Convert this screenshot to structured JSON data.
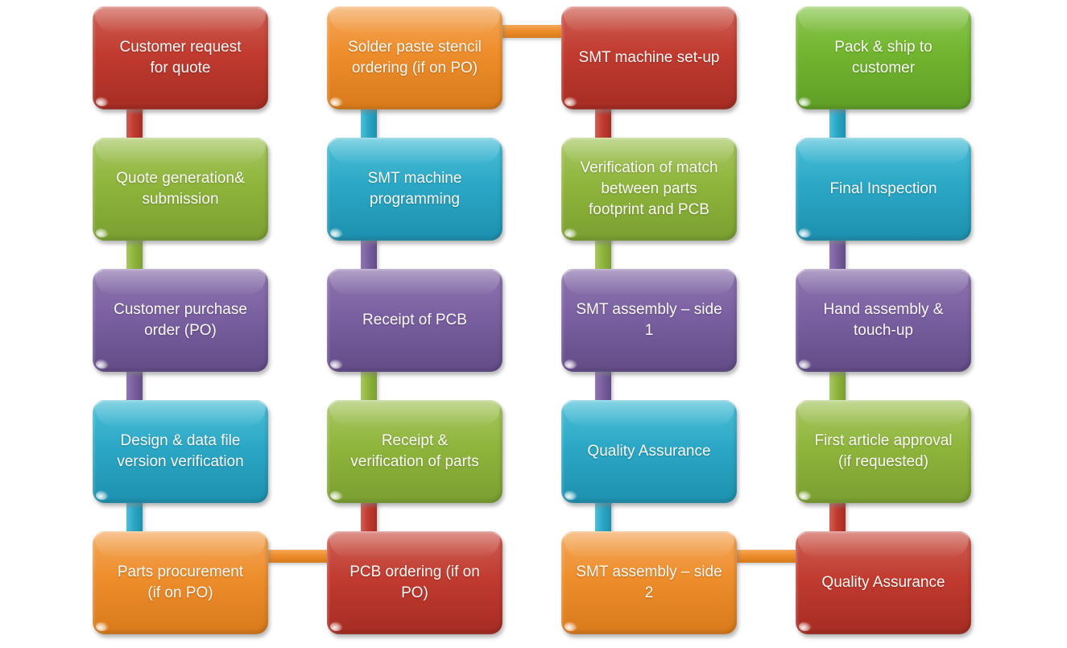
{
  "diagram": {
    "type": "process-flowchart",
    "background": "#FFFFFF",
    "description": "Serpentine SMT/PCB assembly process flow: column 1 flows down, column 2 flows up, column 3 flows down, column 4 flows up; orange elbow links join the columns.",
    "columns": [
      {
        "direction": "down",
        "nodes": [
          {
            "label": "Customer request\nfor quote",
            "color": "red"
          },
          {
            "label": "Quote generation&\nsubmission",
            "color": "green"
          },
          {
            "label": "Customer purchase\norder (PO)",
            "color": "purple"
          },
          {
            "label": "Design & data file\nversion verification",
            "color": "teal"
          },
          {
            "label": "Parts procurement\n(if on PO)",
            "color": "orange"
          }
        ]
      },
      {
        "direction": "up",
        "nodes": [
          {
            "label": "Solder paste stencil\nordering (if on PO)",
            "color": "orange"
          },
          {
            "label": "SMT machine\nprogramming",
            "color": "teal"
          },
          {
            "label": "Receipt of PCB",
            "color": "purple"
          },
          {
            "label": "Receipt &\nverification of parts",
            "color": "green"
          },
          {
            "label": "PCB ordering (if on\nPO)",
            "color": "red"
          }
        ]
      },
      {
        "direction": "down",
        "nodes": [
          {
            "label": "SMT machine set-up",
            "color": "red"
          },
          {
            "label": "Verification of match\nbetween parts\nfootprint and PCB",
            "color": "green"
          },
          {
            "label": "SMT assembly – side\n1",
            "color": "purple"
          },
          {
            "label": "Quality Assurance",
            "color": "teal"
          },
          {
            "label": "SMT assembly – side\n2",
            "color": "orange"
          }
        ]
      },
      {
        "direction": "up",
        "nodes": [
          {
            "label": "Pack & ship to\ncustomer",
            "color": "brightGreen"
          },
          {
            "label": "Final Inspection",
            "color": "teal"
          },
          {
            "label": "Hand assembly &\ntouch-up",
            "color": "purple"
          },
          {
            "label": "First article approval\n(if requested)",
            "color": "green"
          },
          {
            "label": "Quality Assurance",
            "color": "red"
          }
        ]
      }
    ],
    "horizontal_connectors": [
      {
        "row": 4,
        "from_col": 0,
        "to_col": 1,
        "color": "orange"
      },
      {
        "row": 0,
        "from_col": 1,
        "to_col": 2,
        "color": "orange"
      },
      {
        "row": 4,
        "from_col": 2,
        "to_col": 3,
        "color": "orange"
      }
    ]
  },
  "palette": {
    "red": {
      "top": "#CE6055",
      "mid": "#C13B30",
      "bottom": "#A62C23"
    },
    "green": {
      "top": "#A9C765",
      "mid": "#8FB53C",
      "bottom": "#7A9F31"
    },
    "brightGreen": {
      "top": "#8CC854",
      "mid": "#72B52F",
      "bottom": "#5F9E27"
    },
    "purple": {
      "top": "#8F77AF",
      "mid": "#7A60A1",
      "bottom": "#624C87"
    },
    "teal": {
      "top": "#4FC0D8",
      "mid": "#2BA8C6",
      "bottom": "#1D90AE"
    },
    "orange": {
      "top": "#F4A95C",
      "mid": "#EE8D2B",
      "bottom": "#D87A1B"
    }
  },
  "text_color": "#F9F8F5"
}
